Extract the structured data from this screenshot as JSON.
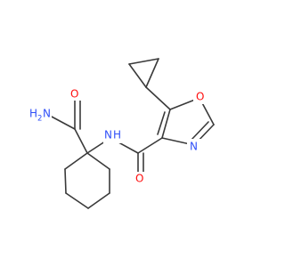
{
  "colors": {
    "bond": "#3a3a3a",
    "oxygen": "#ff0d0d",
    "nitrogen": "#3050f8",
    "background": "#ffffff"
  },
  "atoms": {
    "amide_o": "O",
    "amide_n": "N",
    "amide_h": "H",
    "amide_h2_sub": "2",
    "nh_n": "N",
    "nh_h": "H",
    "oxazole_o": "O",
    "oxazole_n": "N",
    "carbonyl_o": "O"
  }
}
